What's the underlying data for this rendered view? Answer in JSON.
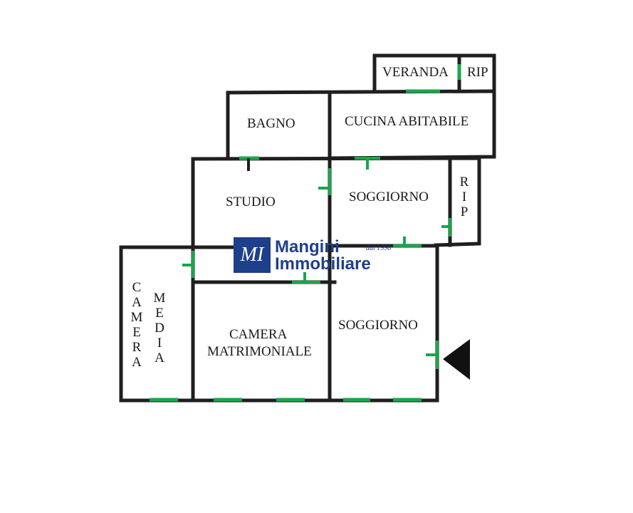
{
  "rooms": {
    "veranda": "VERANDA",
    "rip_top": "RIP",
    "bagno": "BAGNO",
    "cucina": "CUCINA ABITABILE",
    "studio": "STUDIO",
    "soggiorno_upper": "SOGGIORNO",
    "rip_side": "RIP",
    "camera_word": "CAMERA",
    "media_word": "MEDIA",
    "camera_matrimoniale_line1": "CAMERA",
    "camera_matrimoniale_line2": "MATRIMONIALE",
    "soggiorno_lower": "SOGGIORNO"
  },
  "logo": {
    "monogram": "MI",
    "line1": "Mangini",
    "line2": "Immobiliare",
    "since": "dal 1998"
  },
  "colors": {
    "wall": "#1f1f1f",
    "opening": "#1aa64a",
    "logo": "#1e3f8a"
  },
  "icons": {
    "entrance": "entrance-arrow-icon"
  }
}
